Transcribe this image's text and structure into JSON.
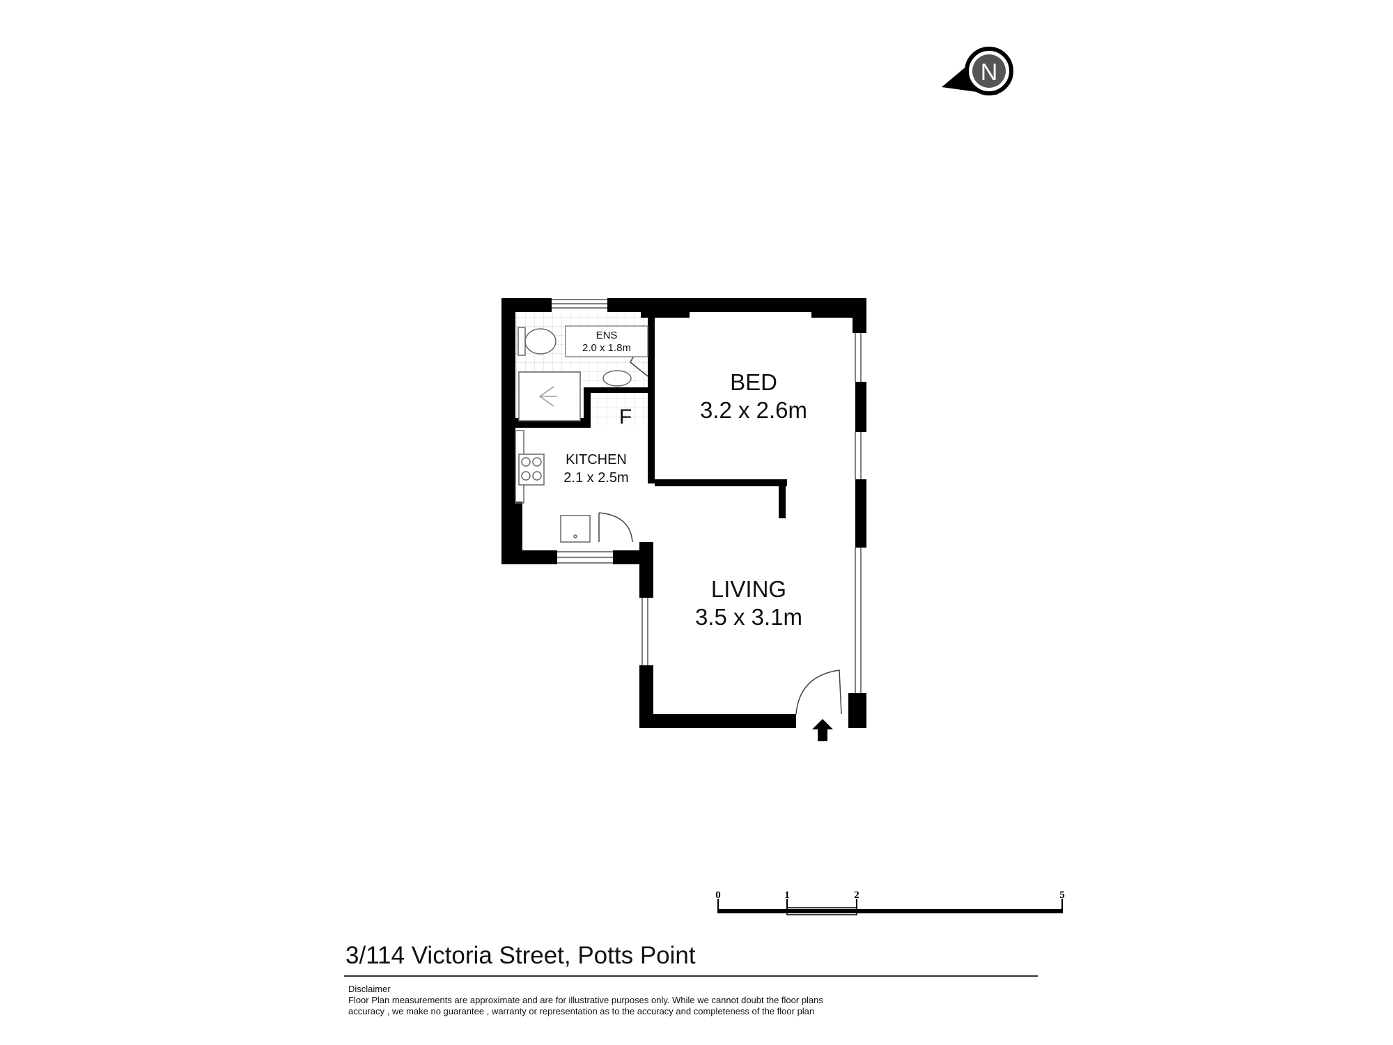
{
  "rooms": {
    "bed": {
      "name": "BED",
      "size": "3.2 x 2.6m"
    },
    "living": {
      "name": "LIVING",
      "size": "3.5 x 3.1m"
    },
    "kitchen": {
      "name": "KITCHEN",
      "size": "2.1 x 2.5m"
    },
    "ensuite": {
      "name": "ENS",
      "size": "2.0 x 1.8m"
    },
    "fridge": {
      "label": "F"
    }
  },
  "compass": {
    "label": "N",
    "icon": "north-compass-icon"
  },
  "entry": {
    "icon": "entry-arrow-icon"
  },
  "scale_bar": {
    "ticks": [
      "0",
      "1",
      "2",
      "5"
    ]
  },
  "address": "3/114 Victoria Street, Potts Point",
  "disclaimer": {
    "heading": "Disclaimer",
    "line1": "Floor Plan measurements are approximate and are for illustrative purposes only. While we cannot doubt the floor plans",
    "line2": "accuracy , we make no guarantee , warranty or representation as to the accuracy and completeness of the floor plan"
  },
  "colors": {
    "wall": "#000000",
    "tile": "#d8d8d8",
    "background": "#ffffff"
  }
}
